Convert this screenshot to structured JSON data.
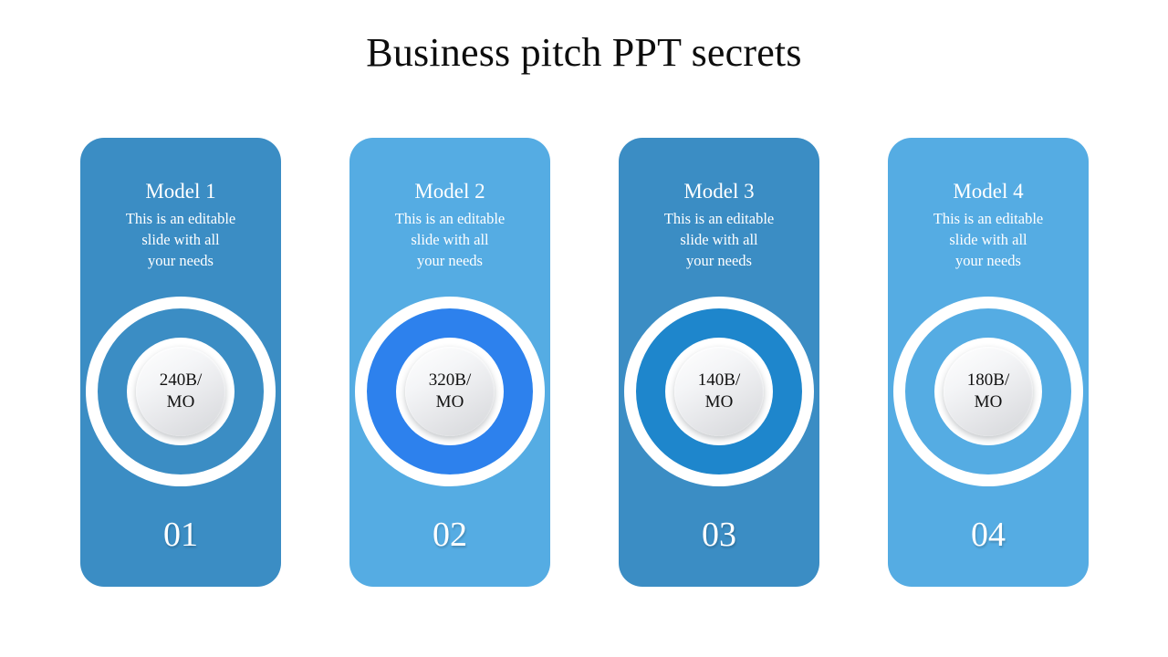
{
  "slide": {
    "title": "Business pitch PPT secrets",
    "background": "#ffffff",
    "title_color": "#0d0d0d"
  },
  "cards": [
    {
      "title": "Model 1",
      "description": "This is an editable\nslide with all\nyour needs",
      "value": "240B/\nMO",
      "index": "01",
      "card_color": "#3b8dc4",
      "accent_color": "#3b8dc4",
      "ring_color": "#ffffff",
      "knob_color": "#e8e9ec"
    },
    {
      "title": "Model 2",
      "description": "This is an editable\nslide with all\nyour needs",
      "value": "320B/\nMO",
      "index": "02",
      "card_color": "#55ace3",
      "accent_color": "#2d81ed",
      "ring_color": "#ffffff",
      "knob_color": "#e8e9ec"
    },
    {
      "title": "Model 3",
      "description": "This is an editable\nslide with all\nyour needs",
      "value": "140B/\nMO",
      "index": "03",
      "card_color": "#3b8dc4",
      "accent_color": "#1e86cc",
      "ring_color": "#ffffff",
      "knob_color": "#e8e9ec"
    },
    {
      "title": "Model 4",
      "description": "This is an editable\nslide with all\nyour needs",
      "value": "180B/\nMO",
      "index": "04",
      "card_color": "#55ace3",
      "accent_color": "#55ace3",
      "ring_color": "#ffffff",
      "knob_color": "#e8e9ec"
    }
  ]
}
